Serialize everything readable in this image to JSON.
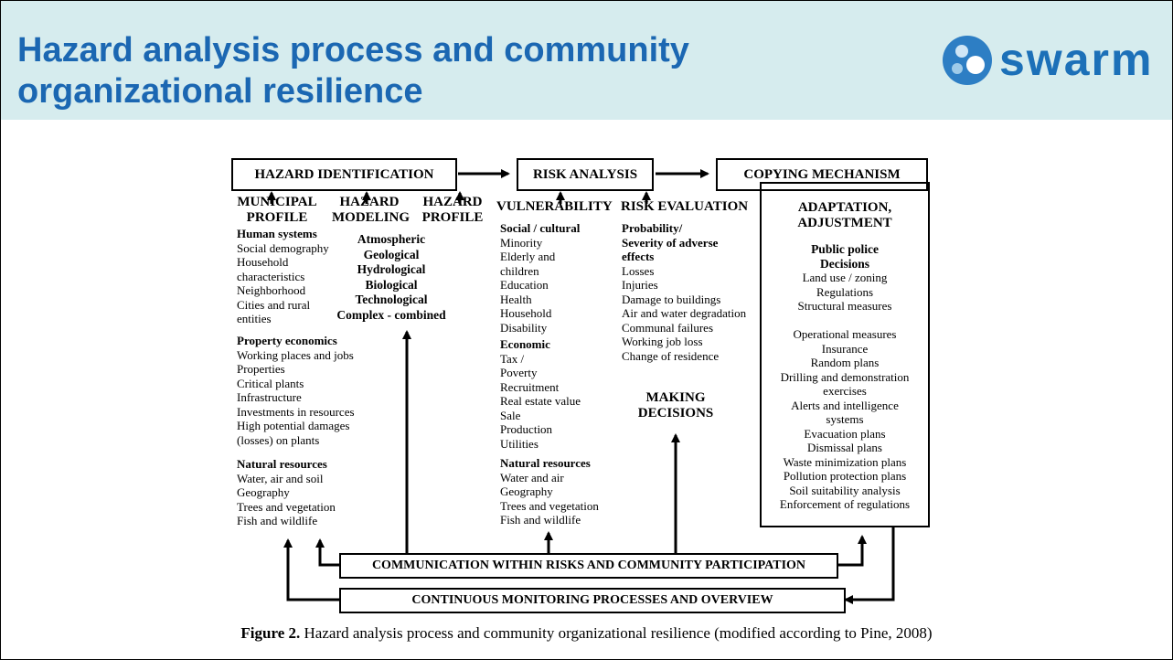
{
  "header": {
    "title_line1": "Hazard analysis process and community",
    "title_line2": "organizational resilience",
    "logo_text": "swarm"
  },
  "top_boxes": {
    "hazard_identification": "HAZARD IDENTIFICATION",
    "risk_analysis": "RISK ANALYSIS",
    "copying_mechanism": "COPYING MECHANISM"
  },
  "col_municipal": {
    "heading": "MUNICIPAL PROFILE",
    "sections": [
      {
        "title": "Human systems",
        "items": [
          "Social demography",
          "Household",
          "characteristics",
          "Neighborhood",
          "Cities and rural",
          "entities"
        ]
      },
      {
        "title": "Property economics",
        "items": [
          "Working places and jobs",
          "Properties",
          "Critical plants",
          "Infrastructure",
          "Investments in resources",
          "High potential damages",
          "(losses) on plants"
        ]
      },
      {
        "title": "Natural resources",
        "items": [
          "Water, air and soil",
          "Geography",
          "Trees and vegetation",
          "Fish and wildlife"
        ]
      }
    ]
  },
  "col_hazard_modeling": {
    "heading": "HAZARD MODELING"
  },
  "col_hazard_profile": {
    "heading": "HAZARD PROFILE"
  },
  "hazard_types": [
    "Atmospheric",
    "Geological",
    "Hydrological",
    "Biological",
    "Technological",
    "Complex - combined"
  ],
  "col_vulnerability": {
    "heading": "VULNERABILITY",
    "sections": [
      {
        "title": "Social / cultural",
        "items": [
          "Minority",
          "Elderly and",
          "children",
          "Education",
          "Health",
          "Household",
          "Disability"
        ]
      },
      {
        "title": "Economic",
        "items": [
          "Tax /",
          "Poverty",
          "Recruitment",
          "Real estate value",
          "Sale",
          "Production",
          "Utilities"
        ]
      },
      {
        "title": "Natural resources",
        "items": [
          "Water and air",
          "Geography",
          "Trees and vegetation",
          "Fish and wildlife"
        ]
      }
    ]
  },
  "col_risk_evaluation": {
    "heading": "RISK EVALUATION",
    "title_lines": [
      "Probability/",
      "Severity of adverse",
      "effects"
    ],
    "items": [
      "Losses",
      "Injuries",
      "Damage to buildings",
      "Air and water degradation",
      "Communal failures",
      "Working job loss",
      "Change of residence"
    ],
    "making_decisions": "MAKING DECISIONS"
  },
  "adaptation": {
    "heading_line1": "ADAPTATION,",
    "heading_line2": "ADJUSTMENT",
    "sub_line1": "Public police",
    "sub_line2": "Decisions",
    "items_a": [
      "Land use / zoning",
      "Regulations",
      "Structural measures"
    ],
    "items_b": [
      "Operational measures",
      "Insurance",
      "Random plans",
      "Drilling and demonstration",
      "exercises",
      "Alerts and intelligence",
      "systems",
      "Evacuation plans",
      "Dismissal plans",
      "Waste minimization plans",
      "Pollution protection plans",
      "Soil suitability analysis",
      "Enforcement of regulations"
    ]
  },
  "bottom_boxes": {
    "communication": "COMMUNICATION WITHIN RISKS AND COMMUNITY PARTICIPATION",
    "monitoring": "CONTINUOUS MONITORING PROCESSES AND OVERVIEW"
  },
  "caption": {
    "label": "Figure 2.",
    "text": " Hazard analysis process and community organizational resilience (modified according to Pine, 2008)"
  }
}
